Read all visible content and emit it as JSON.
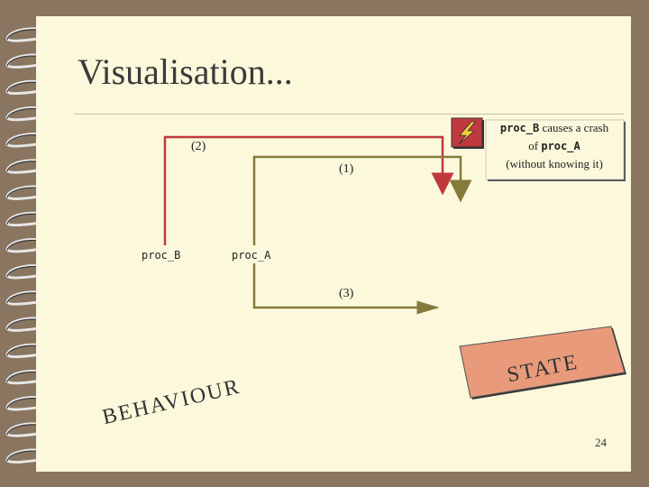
{
  "slide": {
    "title": "Visualisation...",
    "page_number": "24"
  },
  "diagram": {
    "proc_b_label": "proc_B",
    "proc_a_label": "proc_A",
    "arrow_1_label": "(1)",
    "arrow_2_label": "(2)",
    "arrow_3_label": "(3)",
    "behaviour_label": "BEHAVIOUR",
    "state_label": "STATE"
  },
  "note": {
    "part1_code": "proc_B",
    "part2_text": " causes a crash",
    "part3_text": "of ",
    "part4_code": "proc_A",
    "part5_text": "(without knowing it)"
  },
  "colors": {
    "red_arrow": "#c0393e",
    "olive_arrow": "#857a3c",
    "state_box": "#e89a7a",
    "warning_box": "#c0393e"
  },
  "icons": {
    "warning": "lightning-bolt-icon"
  }
}
